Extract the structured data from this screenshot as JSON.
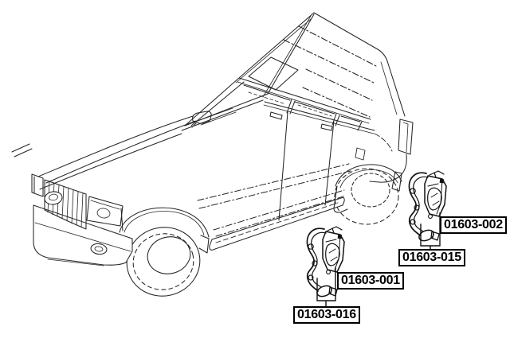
{
  "figure": {
    "type": "parts-location-diagram",
    "illustration": "SUV body line drawing, front-left three-quarter view, with two ABS wheel-speed sensor callouts",
    "part_groups": [
      {
        "position": "front",
        "side_label": "01603-001",
        "bottom_label": "01603-016"
      },
      {
        "position": "rear",
        "side_label": "01603-002",
        "bottom_label": "01603-015"
      }
    ],
    "colors": {
      "background": "#ffffff",
      "line": "#262626",
      "part_line": "#111111",
      "label_text": "#000000",
      "label_border": "#000000",
      "label_background": "#ffffff"
    }
  }
}
